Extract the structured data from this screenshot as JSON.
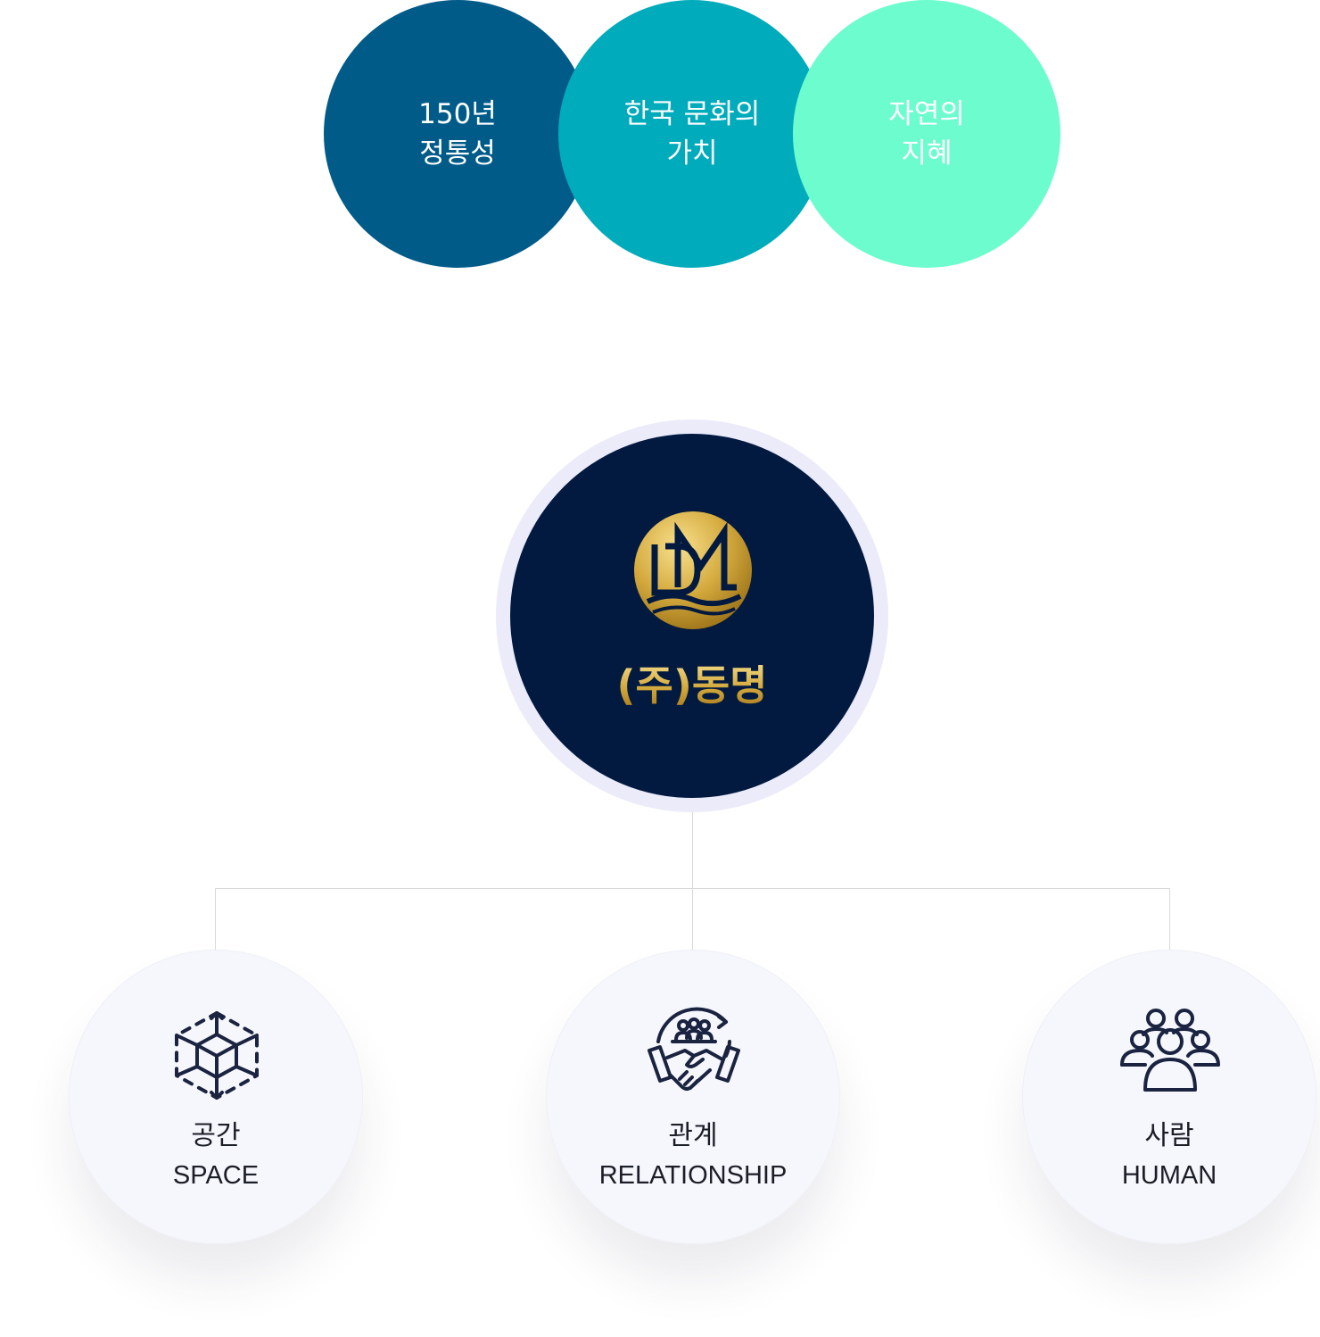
{
  "values": [
    {
      "line1": "150년",
      "line2": "정통성",
      "color": "#005b89"
    },
    {
      "line1": "한국 문화의",
      "line2": "가치",
      "color": "#00abbb"
    },
    {
      "line1": "자연의",
      "line2": "지혜",
      "color": "#6dfccd"
    }
  ],
  "core": {
    "logo": "dm-monogram-logo",
    "name": "(주)동명",
    "background": "#021940",
    "accent": "#dcb84f"
  },
  "pillars": [
    {
      "title": "공간",
      "subtitle": "SPACE",
      "icon": "cube-icon"
    },
    {
      "title": "관계",
      "subtitle": "RELATIONSHIP",
      "icon": "handshake-icon"
    },
    {
      "title": "사람",
      "subtitle": "HUMAN",
      "icon": "people-group-icon"
    }
  ]
}
